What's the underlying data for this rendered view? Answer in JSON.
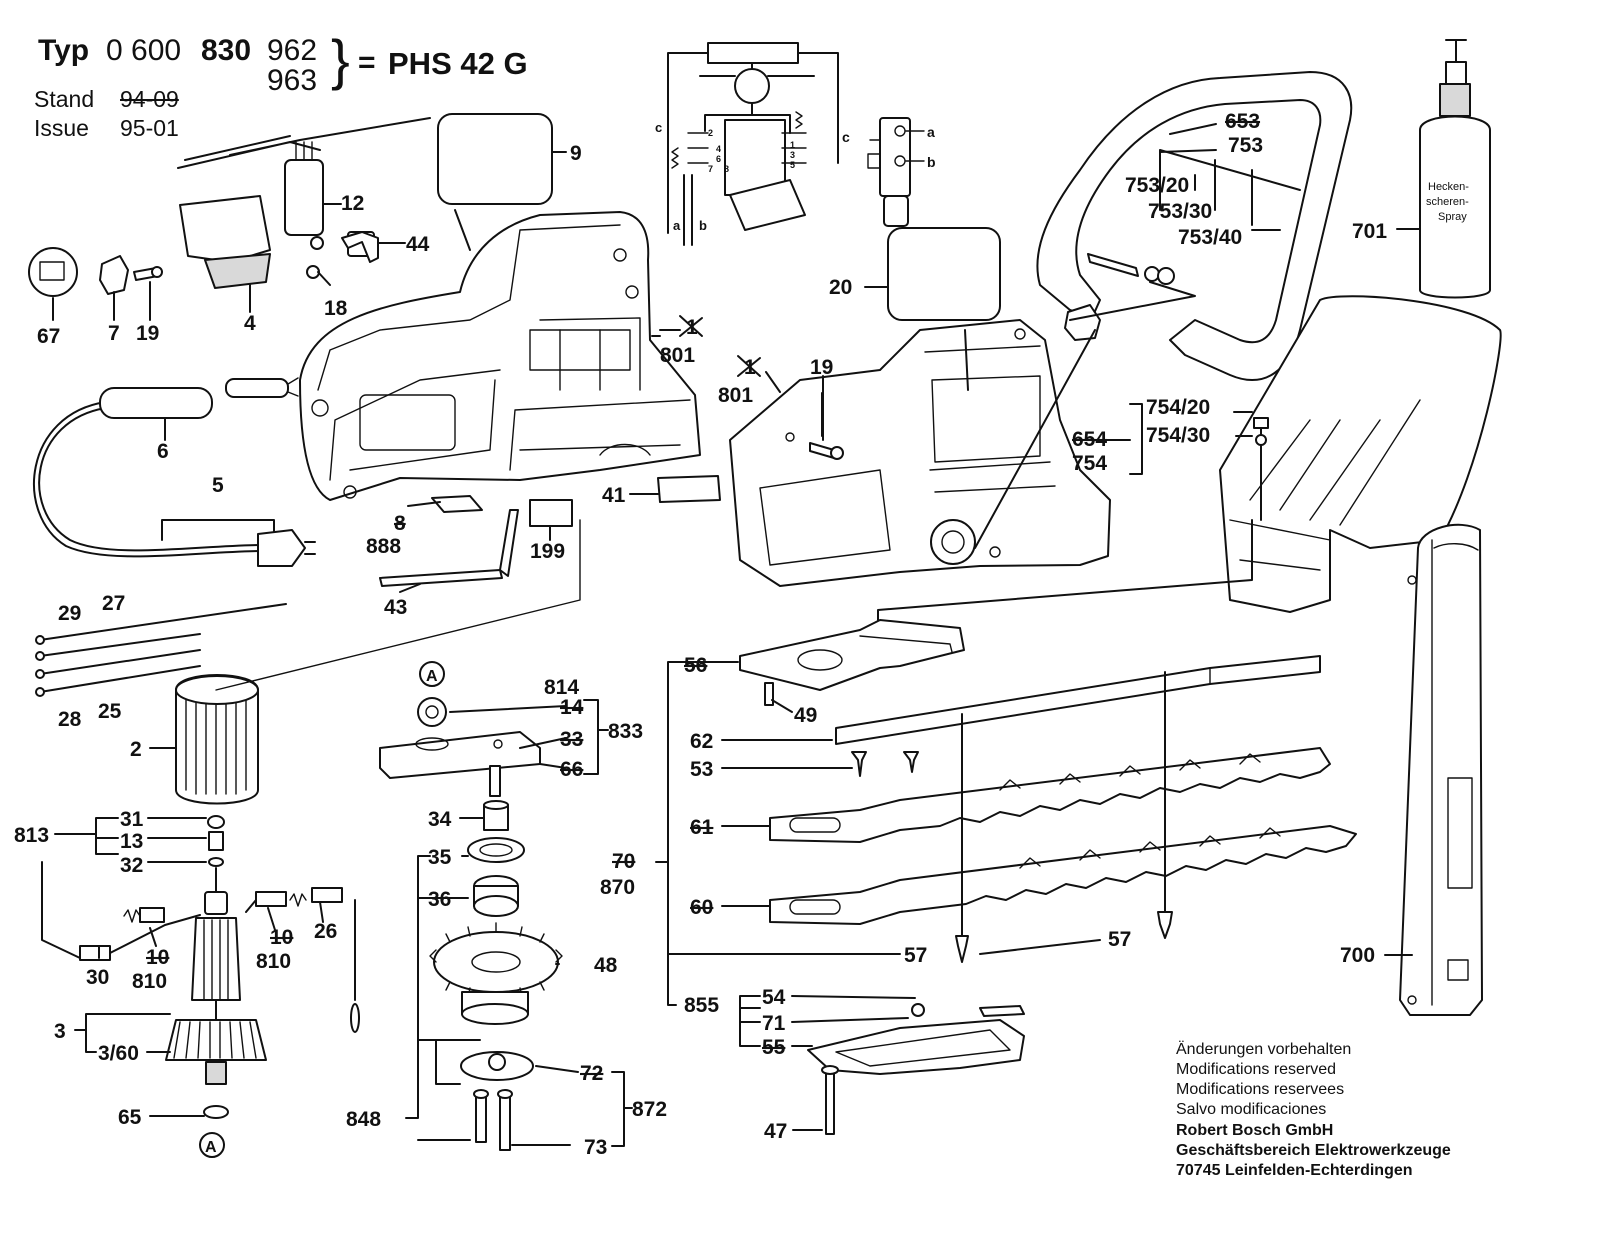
{
  "header": {
    "typ_label": "Typ",
    "typ_prefix": "0 600",
    "typ_bold": "830",
    "variant_1": "962",
    "variant_2": "963",
    "brace": "}",
    "equals": "=",
    "model": "PHS 42 G",
    "stand_label": "Stand",
    "stand_value": "94-09",
    "issue_label": "Issue",
    "issue_value": "95-01"
  },
  "notes": {
    "lines": [
      "Änderungen vorbehalten",
      "Modifications reserved",
      "Modifications reservees",
      "Salvo modificaciones"
    ],
    "company": [
      "Robert Bosch GmbH",
      "Geschäftsbereich Elektrowerkzeuge",
      "70745 Leinfelden-Echterdingen"
    ]
  },
  "circuit_labels": [
    "c",
    "a",
    "b",
    "1",
    "2",
    "3",
    "4",
    "5",
    "6",
    "7",
    "8"
  ],
  "spray_text": [
    "Hecken-",
    "scheren-",
    "Spray"
  ],
  "part_labels": {
    "p9": "9",
    "p12": "12",
    "p44": "44",
    "p18": "18",
    "p4": "4",
    "p67": "67",
    "p7": "7",
    "p19a": "19",
    "p6": "6",
    "p5": "5",
    "p8": "8",
    "p888": "888",
    "p199": "199",
    "p43": "43",
    "p41": "41",
    "p801a_cross": "1",
    "p801a": "801",
    "p801b_cross": "1",
    "p801b": "801",
    "p19b": "19",
    "p20": "20",
    "p653": "653",
    "p753": "753",
    "p753_20": "753/20",
    "p753_30": "753/30",
    "p753_40": "753/40",
    "p701": "701",
    "p754_20": "754/20",
    "p754_30": "754/30",
    "p654": "654",
    "p754": "754",
    "p29": "29",
    "p27": "27",
    "p28": "28",
    "p25": "25",
    "p2": "2",
    "p813": "813",
    "p31": "31",
    "p13": "13",
    "p32": "32",
    "p30": "30",
    "p10a": "10",
    "p810a": "810",
    "p10b": "10",
    "p810b": "810",
    "p26": "26",
    "p3": "3",
    "p3_60": "3/60",
    "p65": "65",
    "circle_a": "A",
    "p814": "814",
    "p14": "14",
    "p833": "833",
    "p33": "33",
    "p66": "66",
    "p34": "34",
    "p35": "35",
    "p36": "36",
    "p48": "48",
    "p848": "848",
    "p72": "72",
    "p872": "872",
    "p73": "73",
    "p56": "56",
    "p49": "49",
    "p62": "62",
    "p53": "53",
    "p61": "61",
    "p70": "70",
    "p870": "870",
    "p60": "60",
    "p57a": "57",
    "p57b": "57",
    "p855": "855",
    "p54": "54",
    "p71": "71",
    "p55": "55",
    "p47": "47",
    "p700": "700"
  }
}
